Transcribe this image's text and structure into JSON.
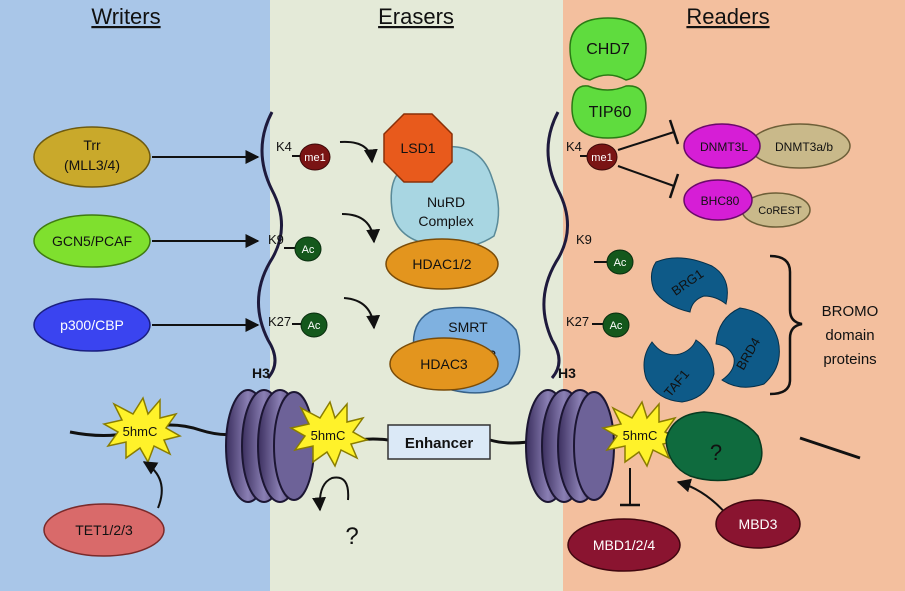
{
  "columns": {
    "writers": "Writers",
    "erasers": "Erasers",
    "readers": "Readers"
  },
  "colors": {
    "writers_bg": "#a9c6e8",
    "erasers_bg": "#e4ead8",
    "readers_bg": "#f3bf9e"
  },
  "writers": {
    "trr_line1": "Trr",
    "trr_line2": "(MLL3/4)",
    "gcn5": "GCN5/PCAF",
    "p300": "p300/CBP",
    "tet": "TET1/2/3"
  },
  "marks": {
    "k4": "K4",
    "k9": "K9",
    "k27": "K27",
    "me1": "me1",
    "ac": "Ac",
    "h3": "H3",
    "fivehmc": "5hmC"
  },
  "erasers": {
    "lsd1": "LSD1",
    "nurd_line1": "NuRD",
    "nurd_line2": "Complex",
    "hdac12": "HDAC1/2",
    "smrt": "SMRT",
    "hdac3": "HDAC3",
    "question": "?"
  },
  "center": {
    "enhancer": "Enhancer",
    "question": "?"
  },
  "readers": {
    "chd7": "CHD7",
    "tip60": "TIP60",
    "dnmt3l": "DNMT3L",
    "dnmt3ab": "DNMT3a/b",
    "bhc80": "BHC80",
    "corest": "CoREST",
    "brg1": "BRG1",
    "brd4": "BRD4",
    "taf1": "TAF1",
    "bromo_line1": "BROMO",
    "bromo_line2": "domain",
    "bromo_line3": "proteins",
    "question": "?",
    "mbd3": "MBD3",
    "mbd124": "MBD1/2/4"
  }
}
